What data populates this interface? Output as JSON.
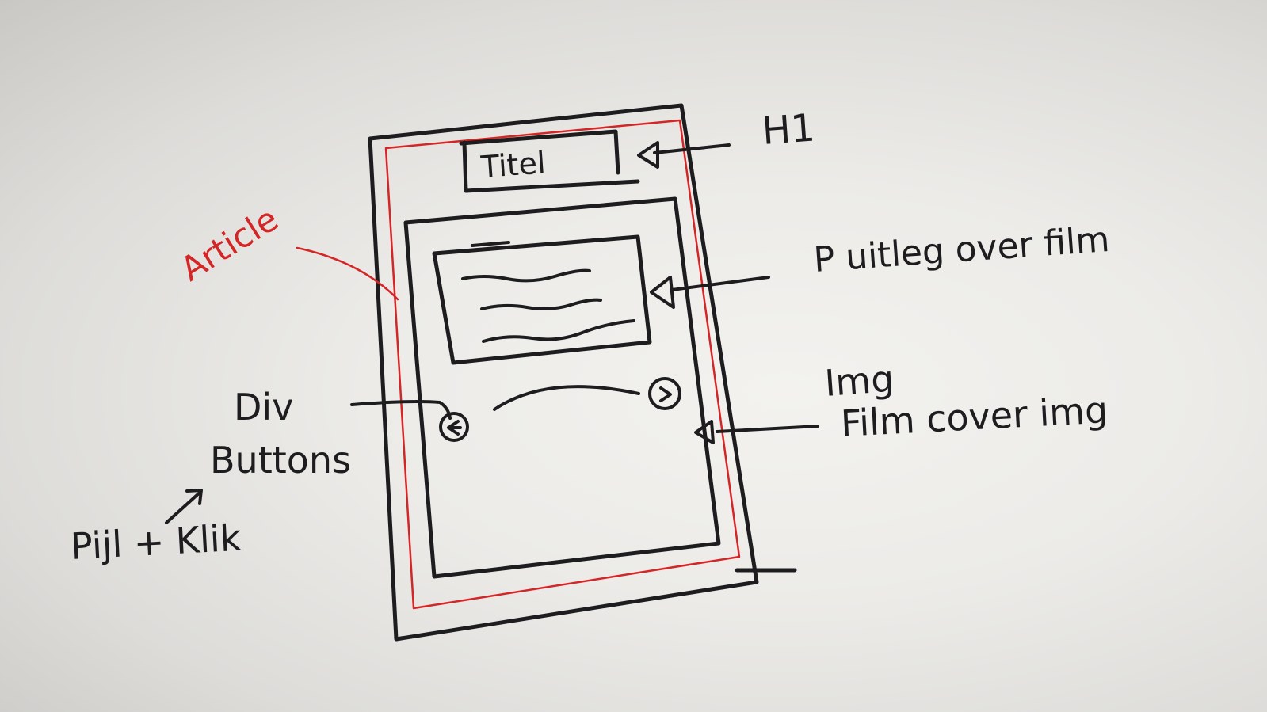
{
  "wireframe": {
    "title_box_text": "Titel",
    "article_label": "Article"
  },
  "annotations": {
    "h1_label": "H1",
    "p_label": "P  uitleg over film",
    "img_label_line1": "Img",
    "img_label_line2": "Film cover img",
    "div_label_line1": "Div",
    "div_label_line2": "Buttons",
    "arrow_click_label": "Pijl  + Klik"
  },
  "colors": {
    "ink": "#1d1d1f",
    "article_outline": "#d42626",
    "paper": "#ecebe8"
  }
}
